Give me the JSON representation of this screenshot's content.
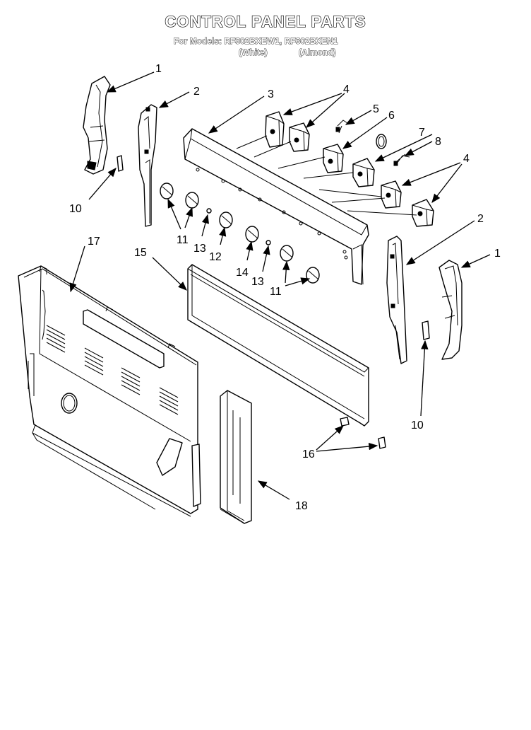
{
  "title": "CONTROL PANEL PARTS",
  "models_line": "For Models: RF302BXEW1, RF302BXEN1",
  "color_white": "(White)",
  "color_almond": "(Almond)",
  "callouts": {
    "c1a": "1",
    "c1b": "1",
    "c2a": "2",
    "c2b": "2",
    "c3": "3",
    "c4a": "4",
    "c4b": "4",
    "c5": "5",
    "c6": "6",
    "c7": "7",
    "c8": "8",
    "c10a": "10",
    "c10b": "10",
    "c11a": "11",
    "c11b": "11",
    "c12": "12",
    "c13a": "13",
    "c13b": "13",
    "c14": "14",
    "c15": "15",
    "c16": "16",
    "c17": "17",
    "c18": "18"
  }
}
